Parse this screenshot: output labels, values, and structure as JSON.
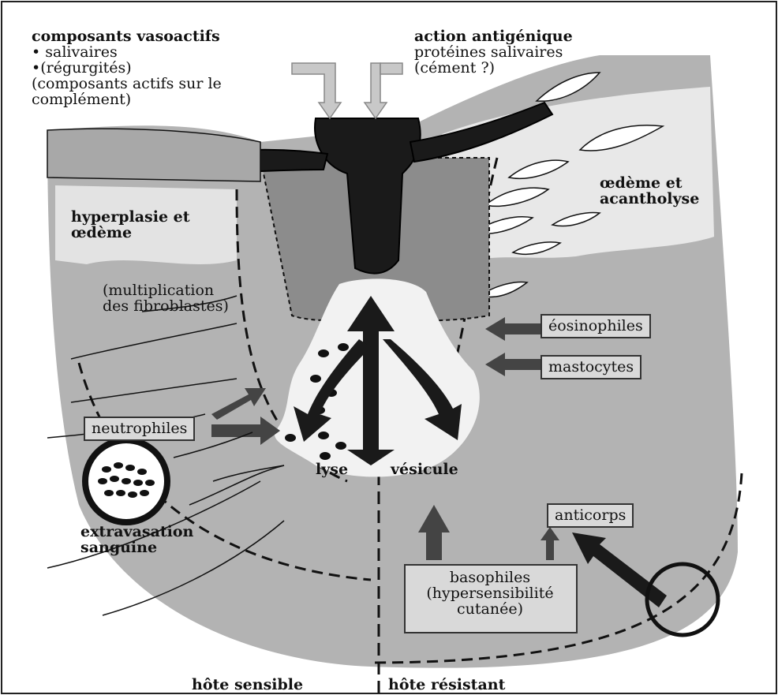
{
  "top_left": {
    "title": "composants vasoactifs",
    "line1": "• salivaires",
    "line2": "•(régurgités)",
    "line3": "(composants actifs sur le",
    "line4": "complément)"
  },
  "top_right": {
    "title": "action antigénique",
    "line1": "protéines salivaires",
    "line2": "(cément ?)"
  },
  "labels": {
    "hyperplasie_1": "hyperplasie et",
    "hyperplasie_2": "œdème",
    "oedeme_1": "œdème et",
    "oedeme_2": "acantholyse",
    "multiplication_1": "(multiplication",
    "multiplication_2": "des fibroblastes)",
    "eosinophiles": "éosinophiles",
    "mastocytes": "mastocytes",
    "neutrophiles": "neutrophiles",
    "lyse": "lyse",
    "vesicule": "vésicule",
    "anticorps": "anticorps",
    "extravasation_1": "extravasation",
    "extravasation_2": "sanguine",
    "basophiles_1": "basophiles",
    "basophiles_2": "(hypersensibilité",
    "basophiles_3": "cutanée)",
    "hote_sensible": "hôte sensible",
    "hote_resistant": "hôte résistant"
  },
  "colors": {
    "tissue": "#b3b3b3",
    "tissue_dark": "#8c8c8c",
    "mouthparts": "#1a1a1a",
    "lesion": "#f2f2f2",
    "arrows": "#444444"
  }
}
